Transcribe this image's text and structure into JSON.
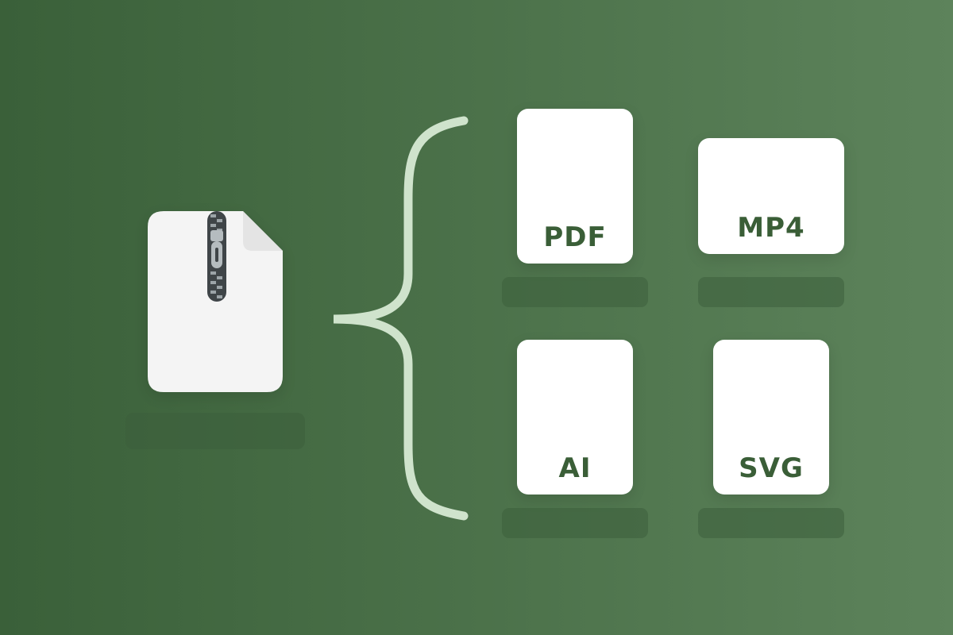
{
  "colors": {
    "bg_left": "#3a6039",
    "bg_right": "#5d835b",
    "card": "#ffffff",
    "zip_doc": "#f4f4f4",
    "zip_fold": "#e4e4e4",
    "zipper_track": "#3f4548",
    "zipper_teeth": "#9ca4a8",
    "zipper_pull": "#b5bcbf",
    "brace": "#cfe3cc",
    "label_text": "#3a5e37",
    "placeholder": "#3d5f3c"
  },
  "icons": {
    "archive": "zip-file-icon",
    "zipper": "zipper-icon",
    "brace": "curly-brace-icon"
  },
  "files": [
    {
      "label": "PDF"
    },
    {
      "label": "MP4"
    },
    {
      "label": "AI"
    },
    {
      "label": "SVG"
    }
  ]
}
